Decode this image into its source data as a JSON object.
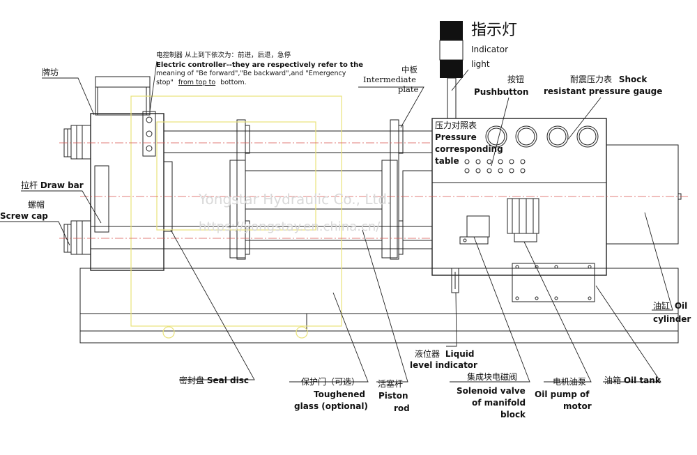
{
  "watermark": {
    "line1": "Yongstar Hydraulic Co., Ltd.",
    "line2": "https://yongstay.en.china.cn/"
  },
  "labels": {
    "paifang": "牌坊",
    "controller_cn": "电控制器 从上到下依次为：前进，后退，急停",
    "controller_en_1": "Electric controller--they are respectively refer to the",
    "controller_en_2": "meaning of \"Be forward\",\"Be backward\",and \"Emergency",
    "controller_en_3a": "stop\"",
    "controller_en_3b": "from top to",
    "controller_en_3c": "bottom.",
    "intermediate_plate_cn": "中板",
    "intermediate_plate_en_1": "Intermediate",
    "intermediate_plate_en_2": "plate",
    "indicator_light_cn": "指示灯",
    "indicator_light_en_1": "Indicator",
    "indicator_light_en_2": "light",
    "pushbutton_cn": "按钮",
    "pushbutton_en": "Pushbutton",
    "gauge_cn": "耐震压力表",
    "gauge_en_1": "Shock",
    "gauge_en_2": "resistant pressure gauge",
    "pressure_table_cn": "压力对照表",
    "pressure_table_en_1": "Pressure",
    "pressure_table_en_2": "corresponding",
    "pressure_table_en_3": "table",
    "draw_bar_cn": "拉杆",
    "draw_bar_en": "Draw bar",
    "screw_cap_cn": "螺帽",
    "screw_cap_en": "Screw cap",
    "oil_cylinder_cn": "油缸",
    "oil_cylinder_en_1": "Oil",
    "oil_cylinder_en_2": "cylinder",
    "liquid_level_cn": "液位器",
    "liquid_level_en_1": "Liquid",
    "liquid_level_en_2": "level indicator",
    "seal_disc_cn": "密封盘",
    "seal_disc_en": "Seal disc",
    "glass_cn": "保护门（可选）",
    "glass_en_1": "Toughened",
    "glass_en_2": "glass (optional)",
    "piston_rod_cn": "活塞杆",
    "piston_rod_en_1": "Piston",
    "piston_rod_en_2": "rod",
    "solenoid_cn": "集成块电磁阀",
    "solenoid_en_1": "Solenoid valve",
    "solenoid_en_2": "of manifold",
    "solenoid_en_3": "block",
    "oil_pump_cn": "电机油泵",
    "oil_pump_en_1": "Oil pump of",
    "oil_pump_en_2": "motor",
    "oil_tank_cn": "油箱",
    "oil_tank_en": "Oil tank"
  },
  "colors": {
    "line": "#222222",
    "centerline": "#d9534f",
    "glass_outline": "#e9e27a",
    "watermark": "#d9d9d9"
  }
}
